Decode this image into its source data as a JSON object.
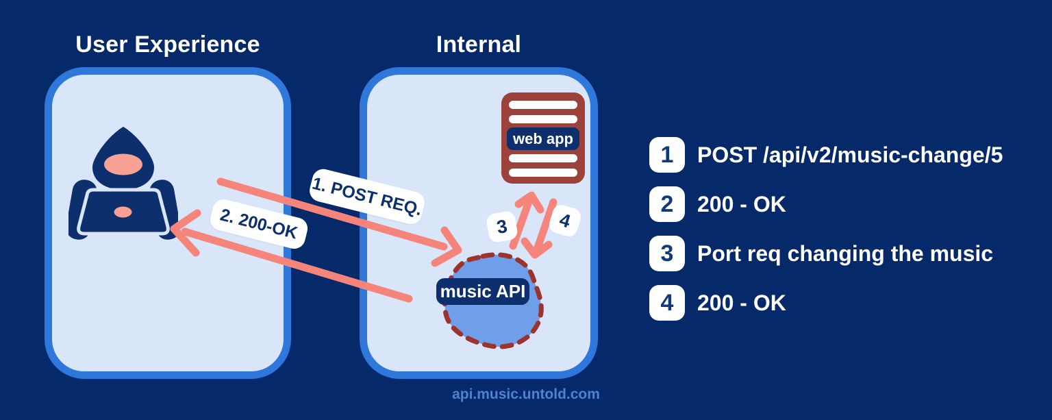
{
  "titles": {
    "left": "User Experience",
    "right": "Internal"
  },
  "caption": "api.music.untold.com",
  "nodes": {
    "web_app_label": "web app",
    "music_api_label": "music API"
  },
  "flow_labels": {
    "post_req": "1. POST REQ.",
    "ok_200": "2. 200-OK",
    "step_3": "3",
    "step_4": "4"
  },
  "legend": {
    "items": [
      {
        "number": "1",
        "text": "POST /api/v2/music-change/5"
      },
      {
        "number": "2",
        "text": "200 - OK"
      },
      {
        "number": "3",
        "text": "Port req changing the music"
      },
      {
        "number": "4",
        "text": "200 - OK"
      }
    ]
  },
  "icons": {
    "hacker": "hooded-hacker-with-laptop-icon",
    "web_app": "web-server-list-icon",
    "music_api": "dashed-blob-api-icon",
    "arrows": "salmon-flow-arrows"
  },
  "colors": {
    "background": "#06296a",
    "panel_fill": "#d9e6fa",
    "panel_border": "#2e78dc",
    "navy": "#0d2f6d",
    "salmon": "#f5857a",
    "pink": "#f9a195",
    "maroon": "#9c423b",
    "dash_red": "#9c332c",
    "blob_blue": "#6f9fe8",
    "caption_blue": "#4f82d1"
  }
}
